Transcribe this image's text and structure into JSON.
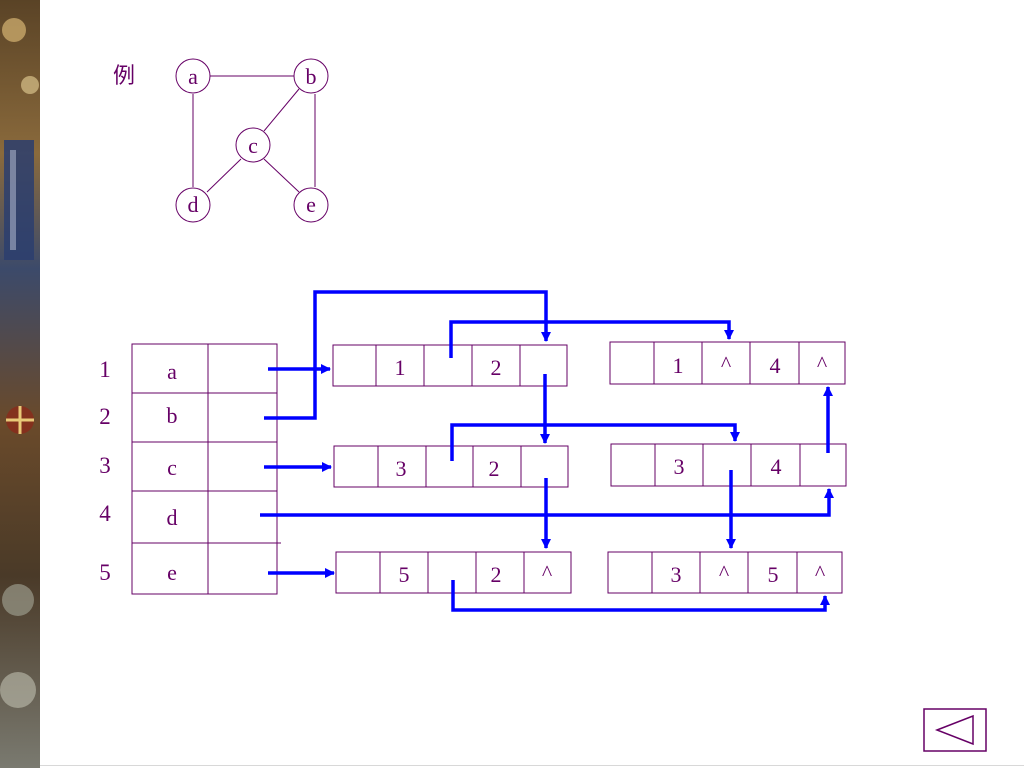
{
  "example_label": "例",
  "graph": {
    "nodes": [
      "a",
      "b",
      "c",
      "d",
      "e"
    ],
    "edges": [
      [
        "a",
        "b"
      ],
      [
        "a",
        "d"
      ],
      [
        "b",
        "c"
      ],
      [
        "b",
        "e"
      ],
      [
        "c",
        "d"
      ],
      [
        "c",
        "e"
      ]
    ]
  },
  "vertex_table": {
    "indices": [
      "1",
      "2",
      "3",
      "4",
      "5"
    ],
    "vertices": [
      "a",
      "b",
      "c",
      "d",
      "e"
    ]
  },
  "edge_nodes": [
    {
      "ivex": "1",
      "jvex": "2"
    },
    {
      "ivex": "1",
      "ilink": "^",
      "jvex": "4",
      "jlink": "^"
    },
    {
      "ivex": "3",
      "jvex": "2"
    },
    {
      "ivex": "3",
      "jvex": "4"
    },
    {
      "ivex": "5",
      "jvex": "2",
      "jlink": "^"
    },
    {
      "ivex": "3",
      "ilink": "^",
      "jvex": "5",
      "jlink": "^"
    }
  ],
  "colors": {
    "text": "#660066",
    "lines": "#660066",
    "arrows": "#0000ff"
  },
  "back_icon": "triangle-left-icon"
}
